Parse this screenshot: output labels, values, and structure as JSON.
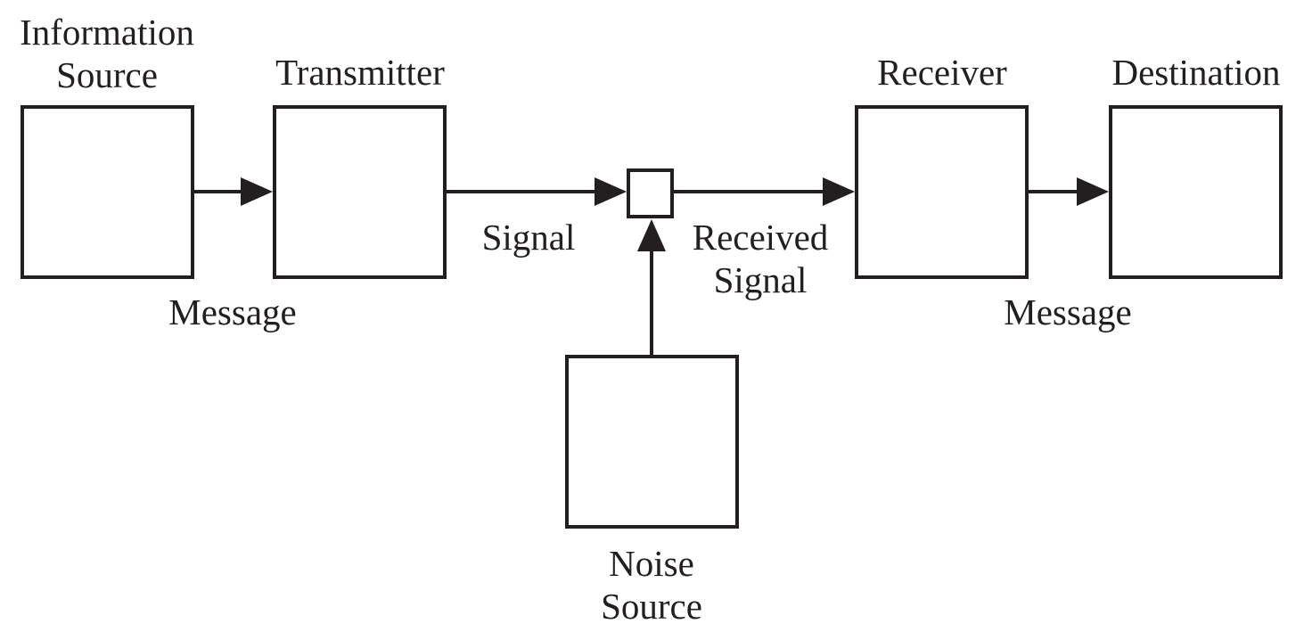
{
  "colors": {
    "stroke": "#231f20",
    "background": "#ffffff"
  },
  "nodes": {
    "information_source": {
      "line1": "Information",
      "line2": "Source"
    },
    "transmitter": {
      "label": "Transmitter"
    },
    "receiver": {
      "label": "Receiver"
    },
    "destination": {
      "label": "Destination"
    },
    "noise_source": {
      "line1": "Noise",
      "line2": "Source"
    }
  },
  "edges": {
    "source_to_transmitter": "Message",
    "transmitter_to_channel": "Signal",
    "channel_to_receiver": {
      "line1": "Received",
      "line2": "Signal"
    },
    "receiver_to_destination": "Message"
  }
}
